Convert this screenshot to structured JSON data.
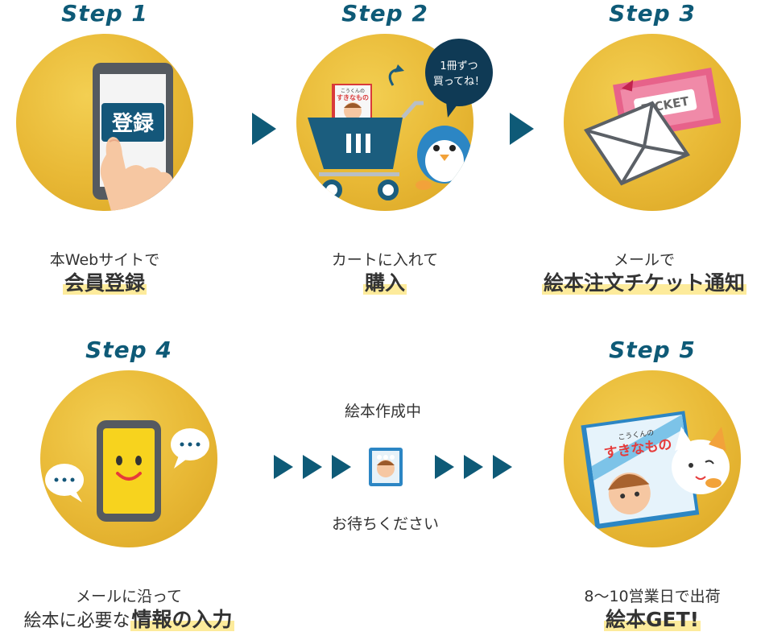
{
  "steps": [
    {
      "title": "Step 1",
      "icon": "smartphone-register-icon",
      "badge": "登録",
      "caption_small": "本Webサイトで",
      "caption_big": "会員登録"
    },
    {
      "title": "Step 2",
      "icon": "shopping-cart-icon",
      "bubble_line1": "1冊ずつ",
      "bubble_line2": "買ってね！",
      "book_line1": "こうくんの",
      "book_line2": "すきなもの",
      "caption_small": "カートに入れて",
      "caption_big": "購入"
    },
    {
      "title": "Step 3",
      "icon": "ticket-envelope-icon",
      "ticket_label": "TICKET",
      "caption_small": "メールで",
      "caption_big": "絵本注文チケット通知"
    },
    {
      "title": "Step 4",
      "icon": "smartphone-chat-icon",
      "caption_small": "メールに沿って",
      "caption_big_prefix": "絵本に必要な",
      "caption_big": "情報の入力"
    },
    {
      "title": "Step 5",
      "icon": "picture-book-icon",
      "book_line1": "こうくんの",
      "book_line2": "すきなもの",
      "caption_small": "8～10営業日で出荷",
      "caption_big": "絵本GET!"
    }
  ],
  "waiting": {
    "top_text": "絵本作成中",
    "bottom_text": "お待ちください"
  },
  "colors": {
    "accent": "#0e5a77",
    "gold": "#e8b835",
    "highlight": "#fdeb9b"
  }
}
